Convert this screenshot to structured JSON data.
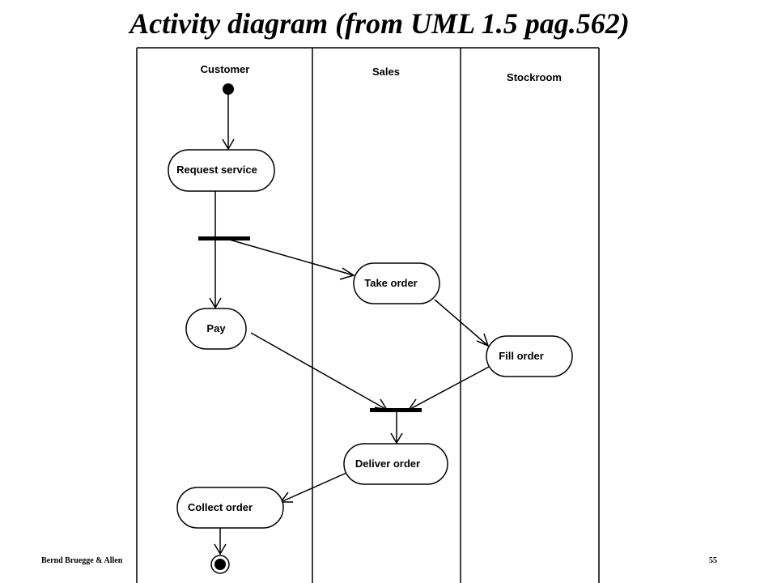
{
  "slide": {
    "title": "Activity diagram (from UML 1.5 pag.562)",
    "footer_author": "Bernd Bruegge & Allen",
    "page_number": "55"
  },
  "diagram": {
    "swimlanes": [
      {
        "id": "customer",
        "label": "Customer"
      },
      {
        "id": "sales",
        "label": "Sales"
      },
      {
        "id": "stockroom",
        "label": "Stockroom"
      }
    ],
    "activities": [
      {
        "id": "request",
        "label": "Request service",
        "lane": "customer"
      },
      {
        "id": "take",
        "label": "Take order",
        "lane": "sales"
      },
      {
        "id": "pay",
        "label": "Pay",
        "lane": "customer"
      },
      {
        "id": "fill",
        "label": "Fill order",
        "lane": "stockroom"
      },
      {
        "id": "deliver",
        "label": "Deliver order",
        "lane": "sales"
      },
      {
        "id": "collect",
        "label": "Collect order",
        "lane": "customer"
      }
    ],
    "nodes": {
      "initial": "initial-state",
      "fork": "fork-bar",
      "join": "join-bar",
      "final": "final-state"
    },
    "flows": [
      {
        "from": "initial",
        "to": "request"
      },
      {
        "from": "request",
        "to": "fork"
      },
      {
        "from": "fork",
        "to": "pay"
      },
      {
        "from": "fork",
        "to": "take"
      },
      {
        "from": "take",
        "to": "fill"
      },
      {
        "from": "pay",
        "to": "join"
      },
      {
        "from": "fill",
        "to": "join"
      },
      {
        "from": "join",
        "to": "deliver"
      },
      {
        "from": "deliver",
        "to": "collect"
      },
      {
        "from": "collect",
        "to": "final"
      }
    ]
  }
}
